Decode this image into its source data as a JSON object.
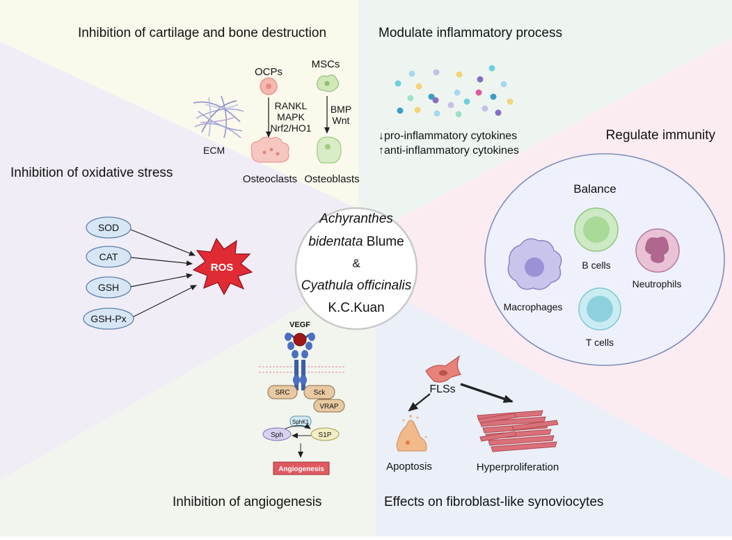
{
  "center": {
    "line1": "Achyranthes",
    "line2_italic": "bidentata",
    "line2_plain": " Blume",
    "line3": "&",
    "line4": "Cyathula officinalis",
    "line5": "K.C.Kuan"
  },
  "sections": {
    "cartilage": {
      "title": "Inhibition of cartilage and bone destruction",
      "ecm": "ECM",
      "ocps": "OCPs",
      "mscs": "MSCs",
      "ocp_signals": [
        "RANKL",
        "MAPK",
        "Nrf2/HO1"
      ],
      "msc_signals": [
        "BMP",
        "Wnt"
      ],
      "osteoclasts": "Osteoclasts",
      "osteoblasts": "Osteoblasts"
    },
    "inflammatory": {
      "title": "Modulate inflammatory process",
      "line1": "↓pro-inflammatory cytokines",
      "line2": "↑anti-inflammatory cytokines"
    },
    "immunity": {
      "title": "Regulate immunity",
      "balance": "Balance",
      "b_cells": "B cells",
      "neutrophils": "Neutrophils",
      "macrophages": "Macrophages",
      "t_cells": "T cells"
    },
    "oxidative": {
      "title": "Inhibition of oxidative stress",
      "enzymes": [
        "SOD",
        "CAT",
        "GSH",
        "GSH-Px"
      ],
      "ros": "ROS"
    },
    "angiogenesis": {
      "title": "Inhibition of angiogenesis",
      "vegf": "VEGF",
      "src": "SRC",
      "sck": "Sck",
      "vrap": "VRAP",
      "sphk1": "SphK1",
      "sph": "Sph",
      "s1p": "S1P",
      "result": "Angiogenesis"
    },
    "fibroblast": {
      "title": "Effects on fibroblast-like synoviocytes",
      "fls": "FLSs",
      "apoptosis": "Apoptosis",
      "hyper": "Hyperproliferation"
    }
  },
  "colors": {
    "cartilage_bg": "#fbf8ec",
    "inflammatory_bg": "#eef5f1",
    "immunity_bg": "#fbecf1",
    "oxidative_bg": "#f1edf6",
    "angiogenesis_bg": "#f1f5ed",
    "fibroblast_bg": "#eaeff8",
    "enzyme_fill": "#d7e6f5",
    "enzyme_stroke": "#5a7fa8",
    "ros": "#e02b34",
    "angio_box": "#e0595f"
  }
}
